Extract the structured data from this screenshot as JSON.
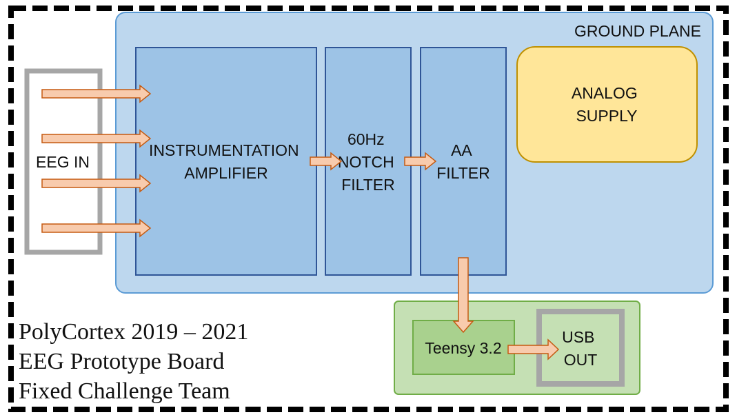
{
  "colors": {
    "ground_plane_fill": "#bdd7ee",
    "ground_plane_stroke": "#5b9bd5",
    "block_fill": "#9dc3e6",
    "block_stroke": "#2f5597",
    "supply_fill": "#ffe699",
    "supply_stroke": "#bf9000",
    "digital_fill": "#c5e0b4",
    "digital_stroke": "#70ad47",
    "teensy_fill": "#a9d18e",
    "arrow_fill": "#f8cbad",
    "arrow_stroke": "#c55a11",
    "gray_frame": "#a6a6a6",
    "border": "#000000"
  },
  "ground_plane": {
    "label": "GROUND PLANE"
  },
  "eeg_in": {
    "label": "EEG IN"
  },
  "instrumentation_amplifier": {
    "line1": "INSTRUMENTATION",
    "line2": "AMPLIFIER"
  },
  "notch_filter": {
    "line1": "60Hz",
    "line2": "NOTCH",
    "line3": "FILTER"
  },
  "aa_filter": {
    "line1": "AA",
    "line2": "FILTER"
  },
  "analog_supply": {
    "line1": "ANALOG",
    "line2": "SUPPLY"
  },
  "teensy": {
    "label": "Teensy 3.2"
  },
  "usb_out": {
    "line1": "USB",
    "line2": "OUT"
  },
  "caption": {
    "line1": "PolyCortex 2019 – 2021",
    "line2": "EEG Prototype Board",
    "line3": "Fixed Challenge Team"
  }
}
